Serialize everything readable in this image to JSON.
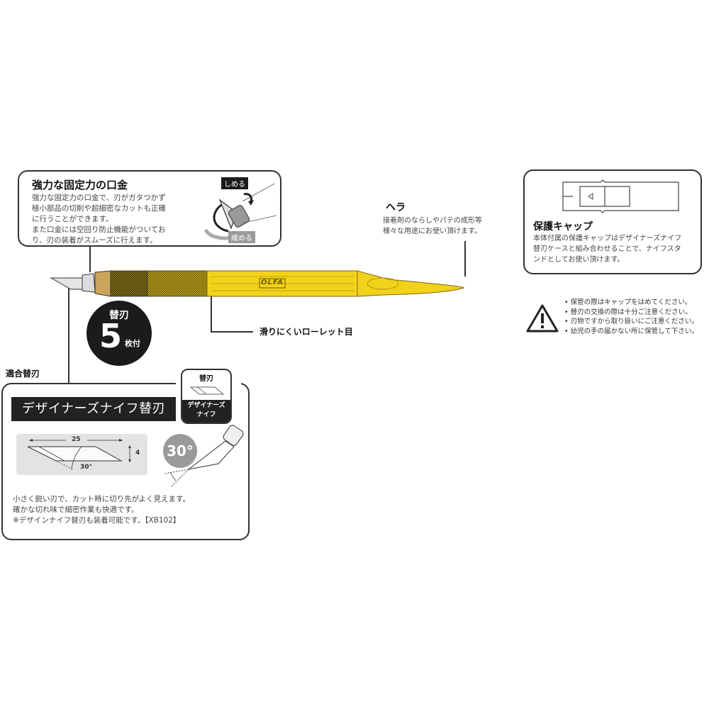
{
  "ferrule_box": {
    "title": "強力な固定力の口金",
    "body": "強力な固定力の口金で、刃がガタつかず\n極小部品の切削や超細密なカットも正確\nに行うことができます。\nまた口金には空回り防止機能がついてお\nり、刃の装着がスムーズに行えます。",
    "tighten_label": "しめる",
    "loosen_label": "緩める"
  },
  "spatula": {
    "title": "ヘラ",
    "body": "接着剤のならしやパテの成形等\n様々な用途にお使い頂けます。"
  },
  "cap_box": {
    "title": "保護キャップ",
    "body": "本体付属の保護キャップはデザイナーズナイフ\n替刃ケースと組み合わせることで、ナイフスタ\nンドとしてお使い頂けます。"
  },
  "warnings": {
    "icon": "warning-triangle-icon",
    "items": [
      "保管の際はキャップをはめてください。",
      "替刃の交換の際は十分ご注意ください。",
      "刃物ですから取り扱いにご注意ください。",
      "幼児の手の届かない所に保管して下さい。"
    ]
  },
  "knife": {
    "brand": "OLFA",
    "knurl_label": "滑りにくいローレット目",
    "colors": {
      "body": "#f2d21a",
      "knurl": "#8a7a1e",
      "ferrule": "#c9a45a",
      "blade": "#e6e6e6"
    }
  },
  "spare_badge": {
    "top": "替刃",
    "count": "5",
    "unit": "枚付"
  },
  "compatible_blade": {
    "label": "適合替刃",
    "banner": "デザイナーズナイフ替刃",
    "card_header": "替刃",
    "card_footer_line1": "デザイナーズ",
    "card_footer_line2": "ナイフ",
    "dim_length": "25",
    "dim_width": "4",
    "dim_angle": "30°",
    "angle_badge": "30°",
    "desc": "小さく鋭い刃で、カット時に切り先がよく見えます。\n確かな切れ味で細密作業も快適です。",
    "note": "※デザインナイフ替刃も装着可能です。【XB102】"
  }
}
